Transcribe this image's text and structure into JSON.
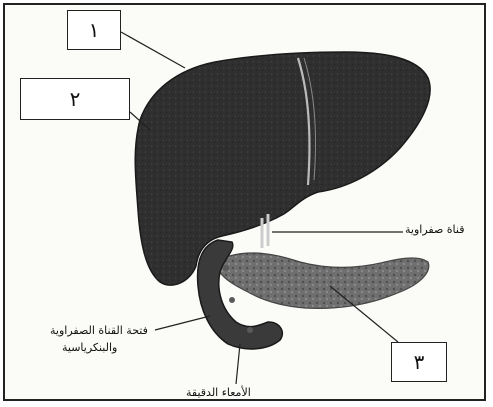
{
  "labels": {
    "box_1": "١",
    "box_2": "٢",
    "box_3": "٣",
    "bile_duct": "قناة صفراوية",
    "duct_opening_line1": "فتحة القناة الصفراوية",
    "duct_opening_line2": "والبنكرياسية",
    "small_intestine": "الأمعاء الدقيقة"
  },
  "colors": {
    "liver": "#2e2e2e",
    "pancreas": "#6a6a6a",
    "intestine": "#3a3a3a",
    "line": "#222222"
  }
}
